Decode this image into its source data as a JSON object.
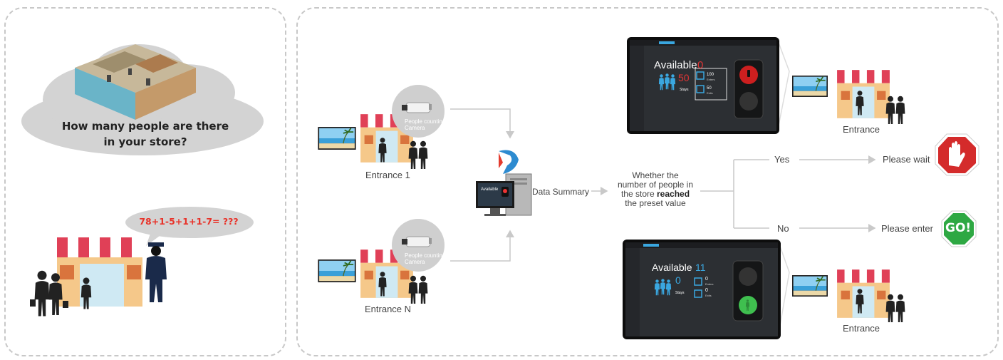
{
  "left_panel": {
    "question_line1": "How many people are there",
    "question_line2": "in your store?",
    "equation": "78+1-5+1+1-7= ???"
  },
  "entrances": {
    "entrance_1": "Entrance 1",
    "entrance_n": "Entrance N",
    "camera_label_line1": "People counting",
    "camera_label_line2": "Camera"
  },
  "flow": {
    "data_summary": "Data Summary",
    "decision_line1": "Whether the",
    "decision_line2": "number of people in",
    "decision_line3_pre": "the store ",
    "decision_line3_bold": "reached",
    "decision_line4": "the preset value",
    "yes": "Yes",
    "no": "No",
    "please_wait": "Please wait",
    "please_enter": "Please enter",
    "entrance_top": "Entrance",
    "entrance_bottom": "Entrance",
    "stop_sign": "",
    "go_sign": "GO!"
  },
  "monitor_top": {
    "available_label": "Available",
    "available_value": "0",
    "stays_value": "50",
    "stays_label": "Stays",
    "enters_value": "100",
    "enters_label": "Enters",
    "exits_value": "50",
    "exits_label": "Exits",
    "light": "red"
  },
  "monitor_bottom": {
    "available_label": "Available",
    "available_value": "11",
    "stays_value": "0",
    "stays_label": "Stays",
    "enters_value": "0",
    "enters_label": "Enters",
    "exits_value": "0",
    "exits_label": "Exits",
    "light": "green"
  },
  "pc_screen": {
    "available_label": "Available"
  },
  "colors": {
    "stop_red": "#d42b2b",
    "go_green": "#2ea843",
    "accent_blue": "#3aa7e0",
    "equation_red": "#e8332a"
  }
}
